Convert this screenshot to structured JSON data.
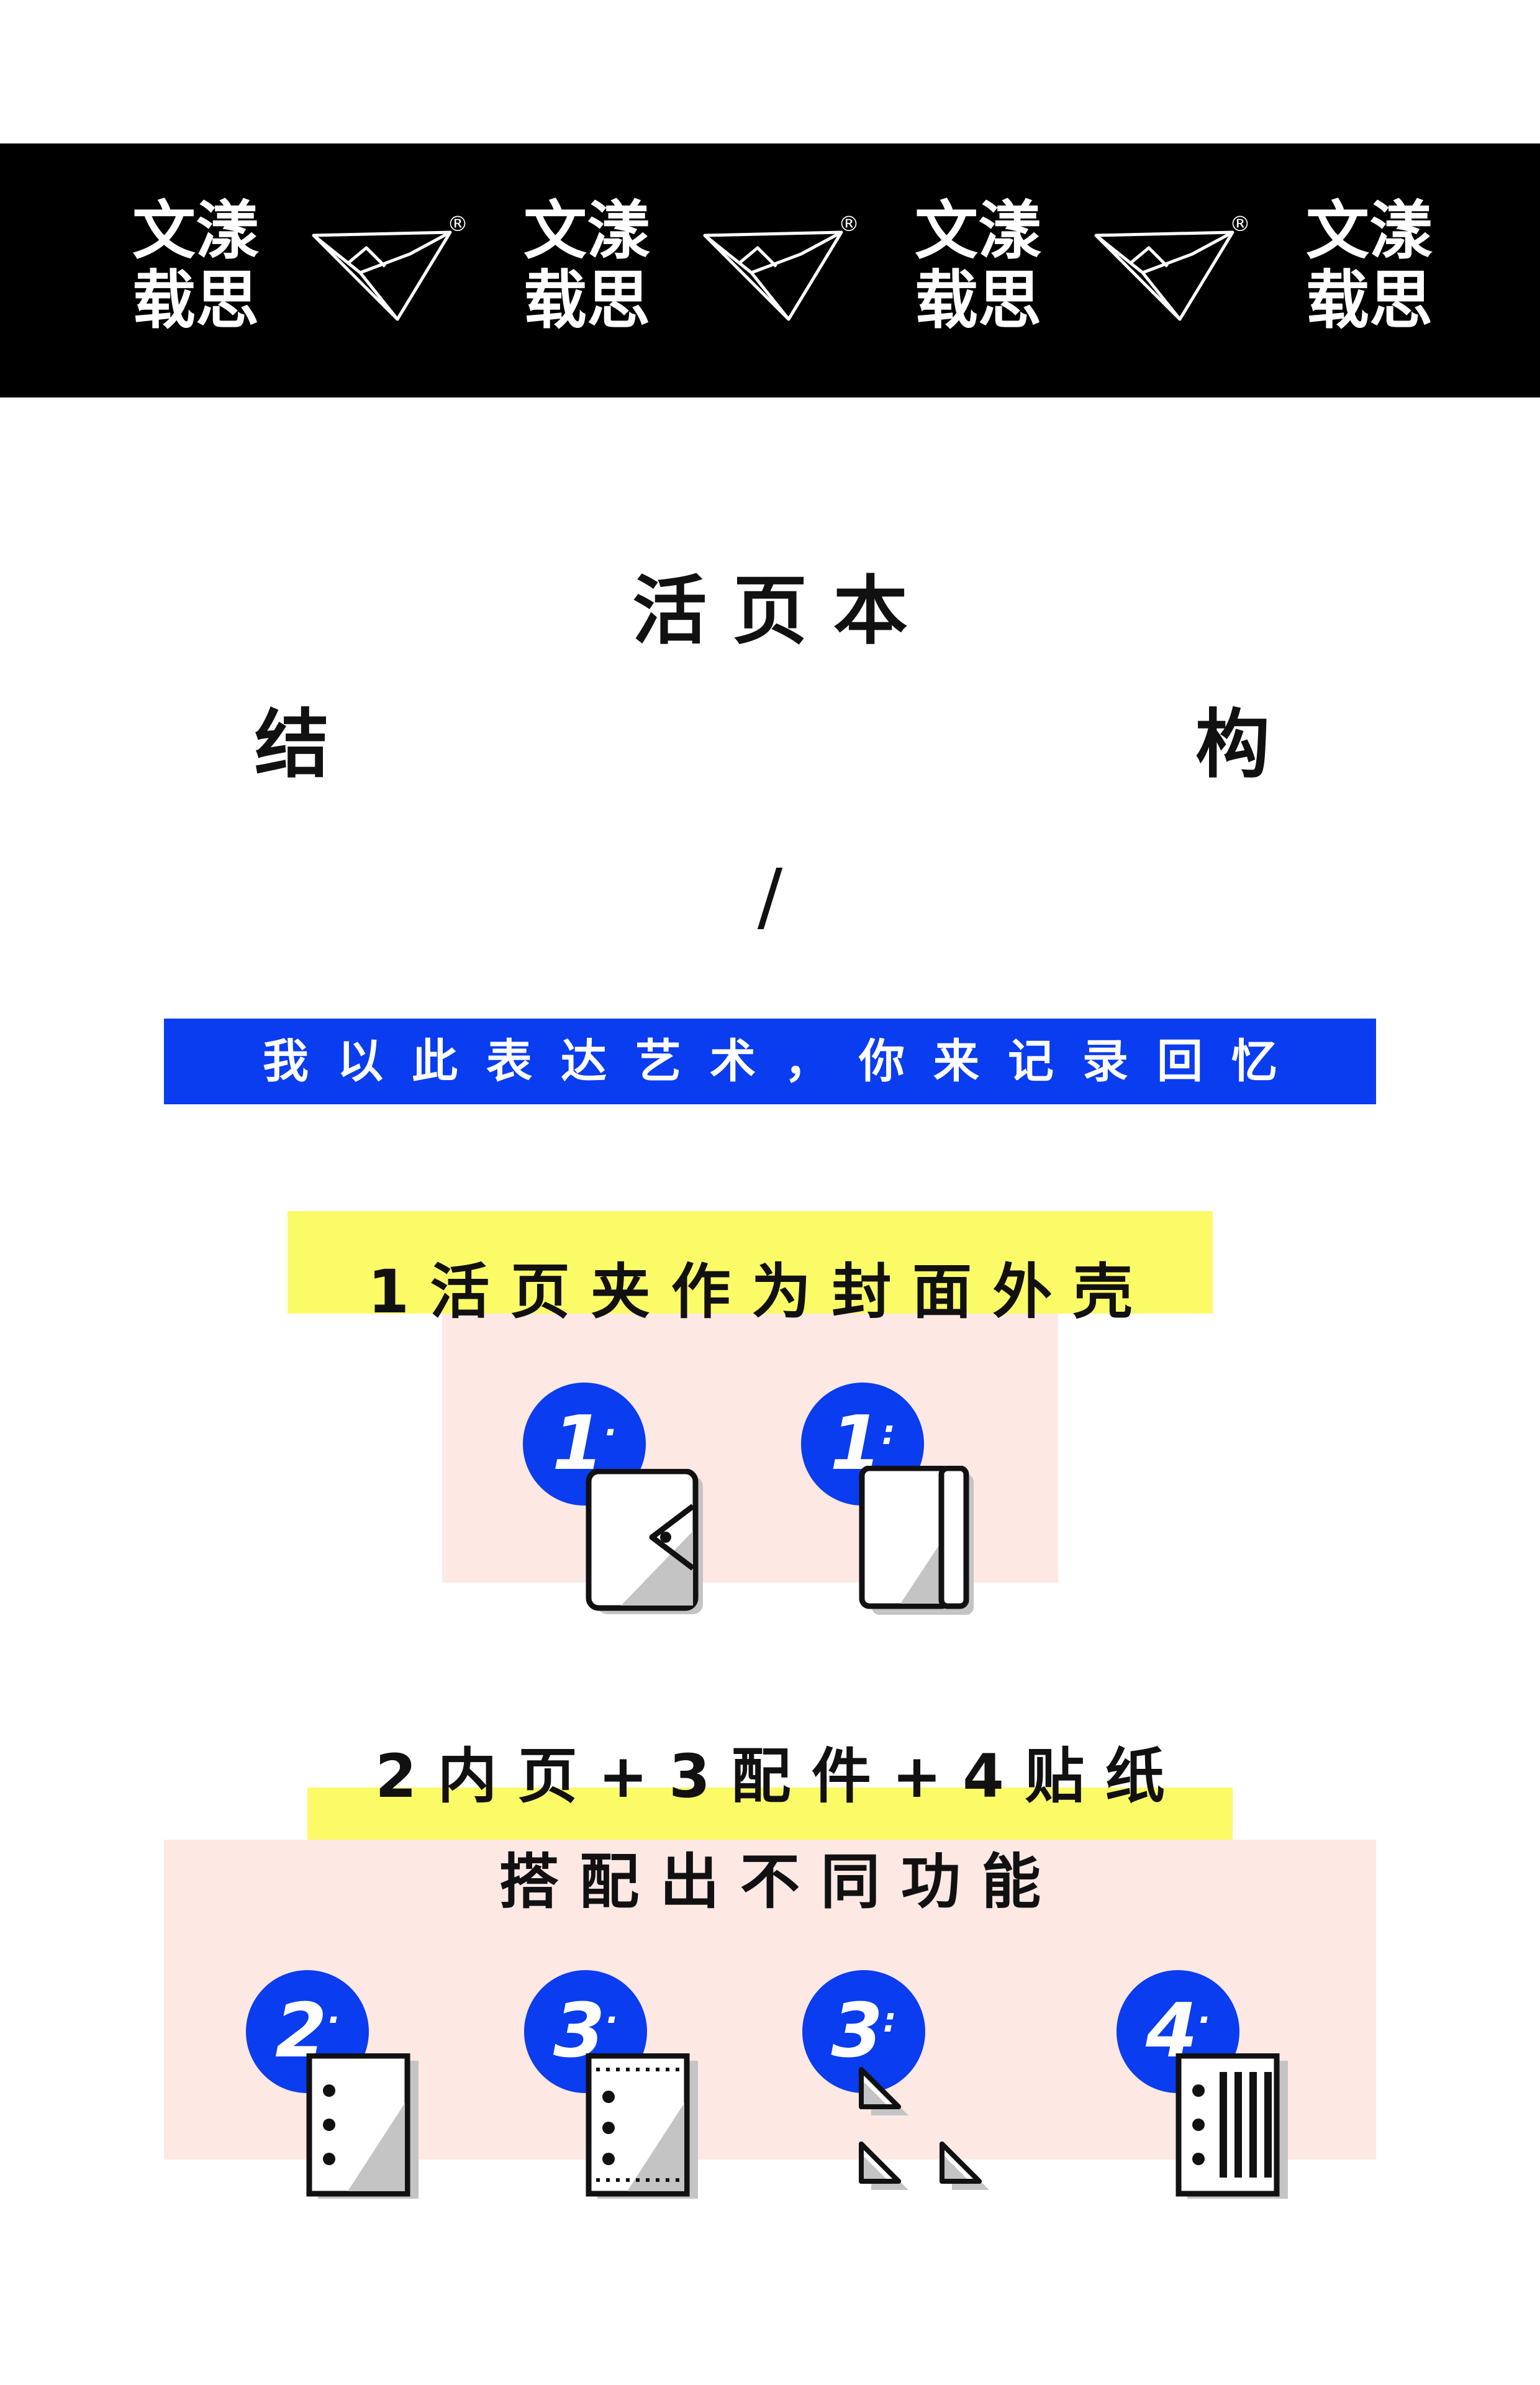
{
  "brand": {
    "text_line1": "文漾",
    "text_line2": "载思",
    "registered": "®",
    "logo_icon": "origami-bird-logo-icon"
  },
  "title": {
    "line1": "活 页 本",
    "line2_left": "结",
    "line2_right": "构",
    "slash": "/"
  },
  "subtitle": "我以此表达艺术，你来记录回忆",
  "section1": {
    "heading": "1 活 页 夹 作 为 封 面 外 壳",
    "items": [
      {
        "badge_num": "1",
        "badge_mark": "·",
        "icon": "snap-binder-icon"
      },
      {
        "badge_num": "1",
        "badge_mark": ":",
        "icon": "spine-binder-icon"
      }
    ]
  },
  "section2": {
    "heading_line1": "2 内 页 + 3 配 件 + 4 贴 纸",
    "heading_line2": "搭 配 出 不 同 功 能",
    "items": [
      {
        "badge_num": "2",
        "badge_mark": "·",
        "icon": "refill-page-icon"
      },
      {
        "badge_num": "3",
        "badge_mark": "·",
        "icon": "dotted-page-icon"
      },
      {
        "badge_num": "3",
        "badge_mark": ":",
        "icon": "corner-accessory-icon"
      },
      {
        "badge_num": "4",
        "badge_mark": "·",
        "icon": "sticker-sheet-icon"
      }
    ]
  },
  "colors": {
    "accent_blue": "#0a3cf0",
    "highlight_yellow": "#fbfb68",
    "panel_pink": "#fde8e4",
    "banner_black": "#000000"
  }
}
